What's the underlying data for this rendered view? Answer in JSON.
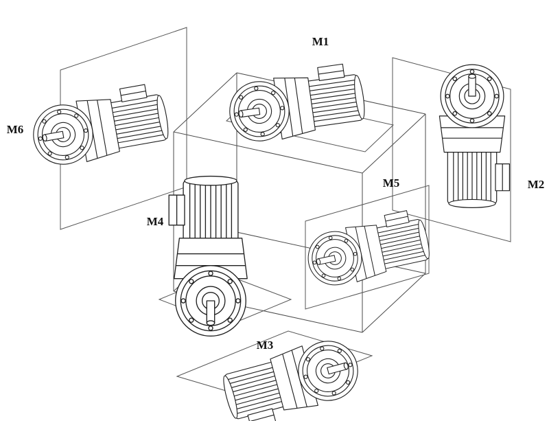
{
  "diagram": {
    "labels": {
      "m1": "M1",
      "m2": "M2",
      "m3": "M3",
      "m4": "M4",
      "m5": "M5",
      "m6": "M6"
    },
    "colors": {
      "motor_line": "#1f1f1f",
      "cube_line": "#4a4a4a",
      "plane_line": "#555555",
      "label_text": "#111111",
      "background": "#ffffff"
    }
  }
}
